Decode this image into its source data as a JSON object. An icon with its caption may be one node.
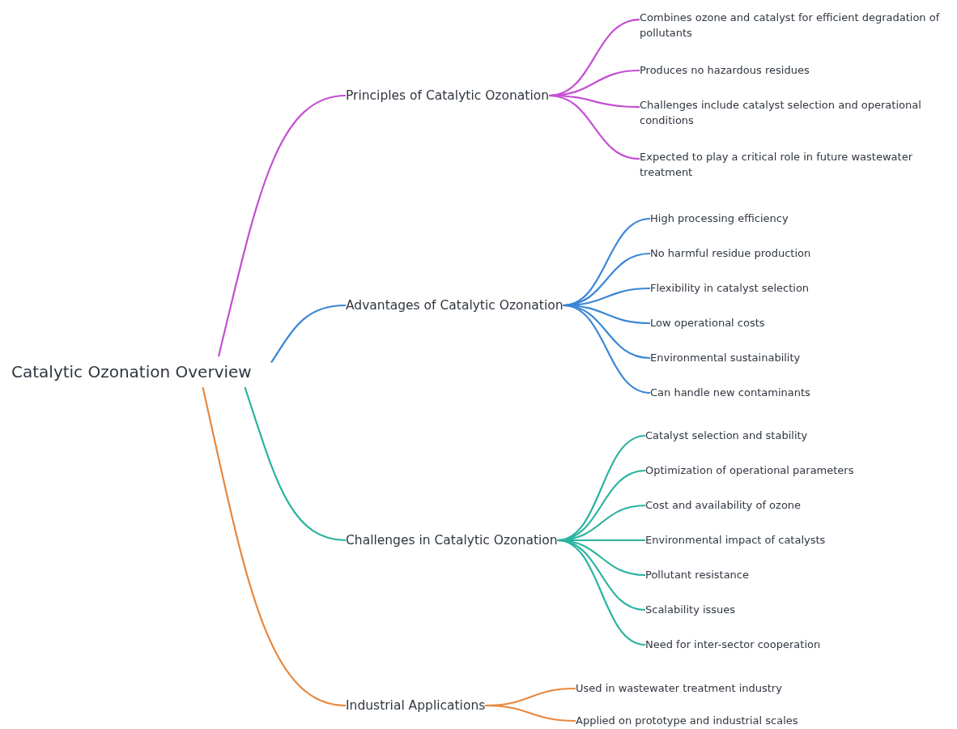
{
  "diagram": {
    "nodes": [
      {
        "text": [
          "Catalytic Ozonation Overview"
        ]
      },
      {
        "text": [
          "Principles of Catalytic Ozonation"
        ]
      },
      {
        "text": [
          "Combines ozone and catalyst for efficient degradation of pollutants"
        ]
      },
      {
        "text": [
          "Produces no hazardous residues"
        ]
      },
      {
        "text": [
          "Challenges include catalyst selection and operational conditions"
        ]
      },
      {
        "text": [
          "Expected to play a critical role in future wastewater treatment"
        ]
      },
      {
        "text": [
          "Advantages of Catalytic Ozonation"
        ]
      },
      {
        "text": [
          "High processing efficiency"
        ]
      },
      {
        "text": [
          "No harmful residue production"
        ]
      },
      {
        "text": [
          "Flexibility in catalyst selection"
        ]
      },
      {
        "text": [
          "Low operational costs"
        ]
      },
      {
        "text": [
          "Environmental sustainability"
        ]
      },
      {
        "text": [
          "Can handle new contaminants"
        ]
      },
      {
        "text": [
          "Challenges in Catalytic Ozonation"
        ]
      },
      {
        "text": [
          "Catalyst selection and stability"
        ]
      },
      {
        "text": [
          "Optimization of operational parameters"
        ]
      },
      {
        "text": [
          "Cost and availability of ozone"
        ]
      },
      {
        "text": [
          "Environmental impact of catalysts"
        ]
      },
      {
        "text": [
          "Pollutant resistance"
        ]
      },
      {
        "text": [
          "Scalability issues"
        ]
      },
      {
        "text": [
          "Need for inter-sector cooperation"
        ]
      },
      {
        "text": [
          "Industrial Applications"
        ]
      },
      {
        "text": [
          "Used in wastewater treatment industry"
        ]
      },
      {
        "text": [
          "Applied on prototype and industrial scales"
        ]
      }
    ],
    "edges": [
      {
        "from": 0,
        "to": 1,
        "arrow": "none",
        "color": "#c44fd3"
      },
      {
        "from": 1,
        "to": 2,
        "arrow": "none",
        "color": "#c44fd3"
      },
      {
        "from": 1,
        "to": 3,
        "arrow": "none",
        "color": "#c44fd3"
      },
      {
        "from": 1,
        "to": 4,
        "arrow": "none",
        "color": "#c44fd3"
      },
      {
        "from": 1,
        "to": 5,
        "arrow": "none",
        "color": "#c44fd3"
      },
      {
        "from": 0,
        "to": 6,
        "arrow": "none",
        "color": "#3a86d6"
      },
      {
        "from": 6,
        "to": 7,
        "arrow": "none",
        "color": "#3a86d6"
      },
      {
        "from": 6,
        "to": 8,
        "arrow": "none",
        "color": "#3a86d6"
      },
      {
        "from": 6,
        "to": 9,
        "arrow": "none",
        "color": "#3a86d6"
      },
      {
        "from": 6,
        "to": 10,
        "arrow": "none",
        "color": "#3a86d6"
      },
      {
        "from": 6,
        "to": 11,
        "arrow": "none",
        "color": "#3a86d6"
      },
      {
        "from": 6,
        "to": 12,
        "arrow": "none",
        "color": "#3a86d6"
      },
      {
        "from": 0,
        "to": 13,
        "arrow": "none"
      },
      {
        "from": 13,
        "to": 14,
        "arrow": "none"
      },
      {
        "from": 13,
        "to": 15,
        "arrow": "none"
      },
      {
        "from": 13,
        "to": 16,
        "arrow": "none"
      },
      {
        "from": 13,
        "to": 17,
        "arrow": "none"
      },
      {
        "from": 13,
        "to": 18,
        "arrow": "none"
      },
      {
        "from": 13,
        "to": 19,
        "arrow": "none"
      },
      {
        "from": 13,
        "to": 20,
        "arrow": "none"
      },
      {
        "from": 0,
        "to": 21,
        "arrow": "none",
        "color": "#e8873c"
      },
      {
        "from": 21,
        "to": 22,
        "arrow": "none",
        "color": "#e8873c"
      },
      {
        "from": 21,
        "to": 23,
        "arrow": "none",
        "color": "#e8873c"
      }
    ]
  }
}
